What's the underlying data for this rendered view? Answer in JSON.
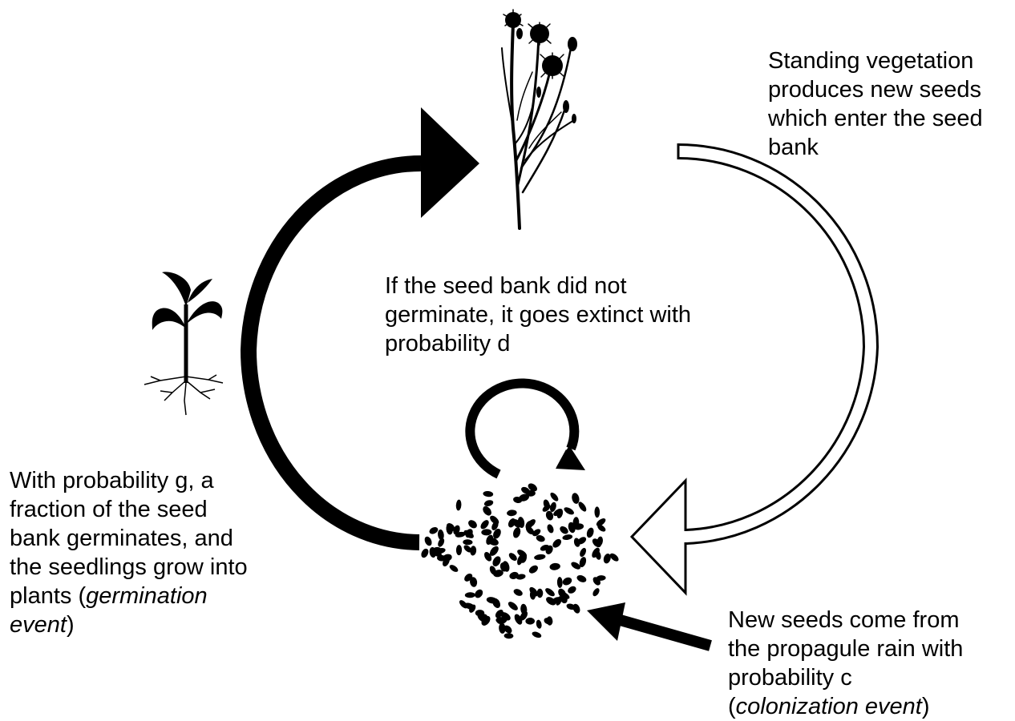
{
  "labels": {
    "standing_vegetation": {
      "lines": [
        "Standing vegetation",
        "produces new seeds",
        "which enter the seed",
        "bank"
      ]
    },
    "seed_bank_extinct": {
      "lines": [
        "If the seed bank did not",
        "germinate, it goes extinct with",
        "probability d"
      ]
    },
    "germination": {
      "lines": [
        "With probability g, a",
        "fraction of the seed",
        "bank germinates, and",
        "the seedlings grow into"
      ],
      "line5_prefix": "plants (",
      "line5_italic": "germination",
      "line6_italic": "event",
      "line6_suffix": ")"
    },
    "colonization": {
      "lines": [
        "New seeds come from",
        "the propagule rain with",
        "probability c"
      ],
      "line4_prefix": "(",
      "line4_italic": "colonization event",
      "line4_suffix": ")"
    }
  },
  "icons": {
    "plant": "flowering-plant-icon",
    "seedling": "seedling-icon",
    "seeds": "seed-bank-icon"
  },
  "colors": {
    "ink": "#000000",
    "background": "#ffffff"
  }
}
